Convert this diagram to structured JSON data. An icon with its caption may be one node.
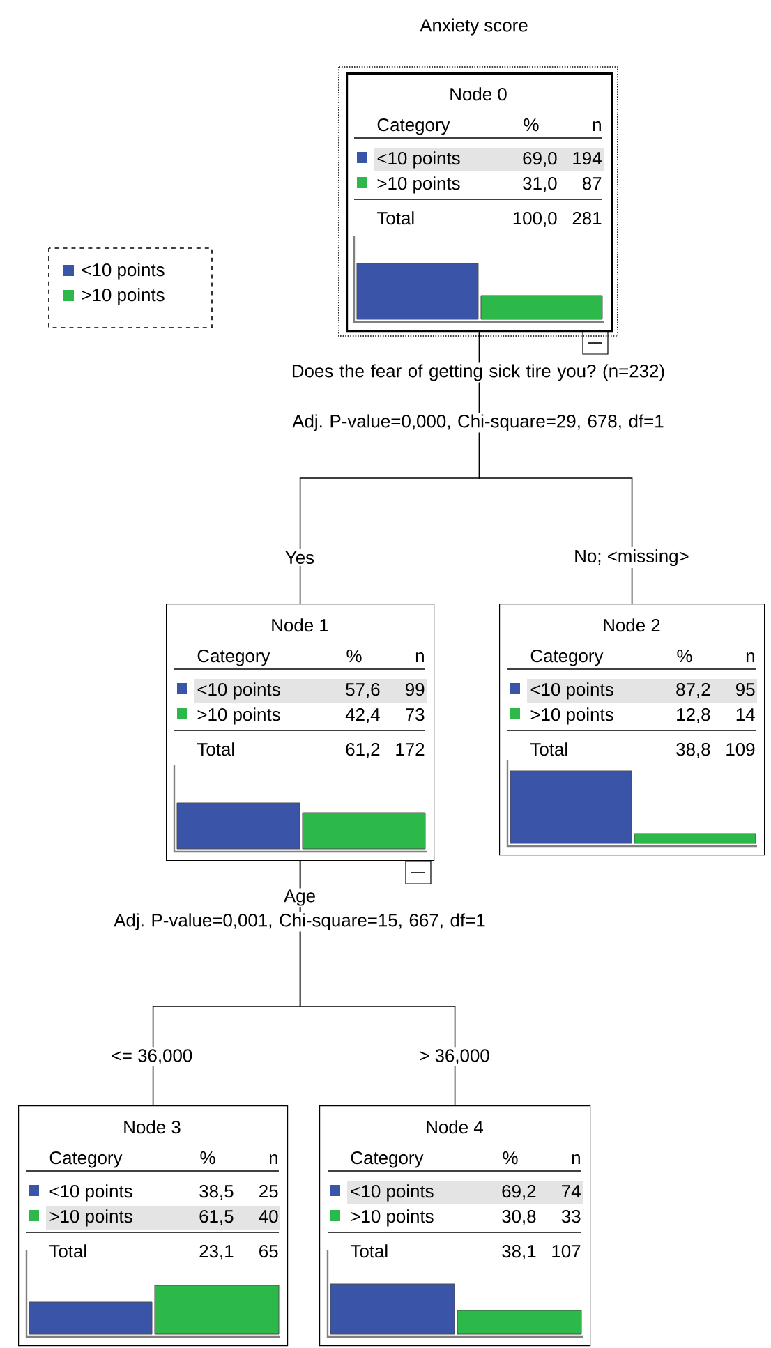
{
  "diagram": {
    "title": "Anxiety score",
    "nodes": [
      {
        "text": [
          "Node 0",
          "Category",
          "%",
          "n",
          "<10 points",
          "69,0",
          "194",
          ">10 points",
          "31,0",
          "87",
          "Total",
          "100,0",
          "281"
        ],
        "beside": [
          "Does the fear of getting sick tire you? (n=232)",
          "Adj. P-value=0,000, Chi-square=29, 678, df=1"
        ]
      },
      {
        "text": [
          "Node 1",
          "Category",
          "%",
          "n",
          "<10 points",
          "57,6",
          "99",
          ">10 points",
          "42,4",
          "73",
          "Total",
          "61,2",
          "172"
        ],
        "beside": [
          "Age",
          "Adj. P-value=0,001, Chi-square=15, 667, df=1"
        ]
      },
      {
        "text": [
          "Node 2",
          "Category",
          "%",
          "n",
          "<10 points",
          "87,2",
          "95",
          ">10 points",
          "12,8",
          "14",
          "Total",
          "38,8",
          "109"
        ]
      },
      {
        "text": [
          "Node 3",
          "Category",
          "%",
          "n",
          "<10 points",
          "38,5",
          "25",
          ">10 points",
          "61,5",
          "40",
          "Total",
          "23,1",
          "65"
        ]
      },
      {
        "text": [
          "Node 4",
          "Category",
          "%",
          "n",
          "<10 points",
          "69,2",
          "74",
          ">10 points",
          "30,8",
          "33",
          "Total",
          "38,1",
          "107"
        ]
      }
    ],
    "edges": [
      {
        "from": 0,
        "to": 1,
        "arrow": "none",
        "label": "Yes"
      },
      {
        "from": 0,
        "to": 2,
        "arrow": "none",
        "label": "No; <missing>"
      },
      {
        "from": 1,
        "to": 3,
        "arrow": "none",
        "label": "<= 36,000"
      },
      {
        "from": 1,
        "to": 4,
        "arrow": "none",
        "label": "> 36,000"
      }
    ],
    "legend": [
      {
        "text": "<10 points",
        "color": "#3a55a8"
      },
      {
        "text": ">10 points",
        "color": "#2db84a"
      }
    ]
  }
}
